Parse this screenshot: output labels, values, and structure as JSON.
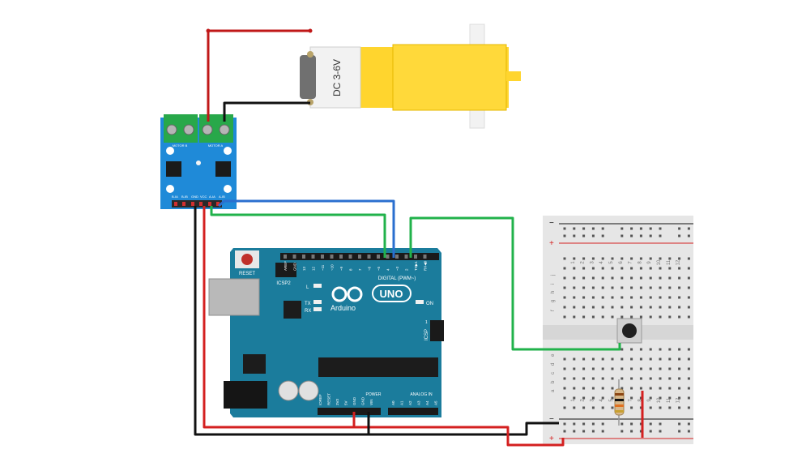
{
  "motor": {
    "label": "DC 3-6V",
    "colors": {
      "body": "#ffd52e",
      "shaft": "#f4f4f4",
      "cap": "#777777"
    }
  },
  "driver": {
    "terminal_labels": [
      "MOTOR B",
      "MOTOR A"
    ],
    "pin_labels": [
      "B-IA",
      "B-IB",
      "GND",
      "VCC",
      "A-IA",
      "A-IB"
    ],
    "color": "#1f8ad8"
  },
  "arduino": {
    "reset_label": "RESET",
    "icsp2_label": "ICSP2",
    "l_label": "L",
    "tx_label": "TX",
    "rx_label": "RX",
    "brand": "Arduino",
    "model": "UNO",
    "on_label": "ON",
    "digital_label": "DIGITAL (PWM~)",
    "power_label": "POWER",
    "analog_label": "ANALOG IN",
    "icsp_label": "ICSP",
    "icsp_one": "1",
    "digital_pins": [
      "AREF",
      "GND",
      "13",
      "12",
      "~11",
      "~10",
      "~9",
      "8",
      "7",
      "~6",
      "~5",
      "4",
      "~3",
      "2",
      "TX▶1",
      "RX◀0"
    ],
    "power_pins": [
      "IOREF",
      "RESET",
      "3V3",
      "5V",
      "GND",
      "GND",
      "VIN"
    ],
    "analog_pins": [
      "A0",
      "A1",
      "A2",
      "A3",
      "A4",
      "A5"
    ],
    "color": "#1b7c9c"
  },
  "breadboard": {
    "minus": "−",
    "plus": "+",
    "column_numbers": [
      "1",
      "2",
      "3",
      "4",
      "5",
      "6",
      "7",
      "8",
      "9",
      "10",
      "11",
      "12"
    ],
    "row_letters_top": [
      "j",
      "i",
      "h",
      "g",
      "f"
    ],
    "row_letters_bottom": [
      "e",
      "d",
      "c",
      "b",
      "a"
    ]
  },
  "wires": {
    "red": "#d42020",
    "black": "#111111",
    "green": "#21b24b",
    "blue": "#2a6fcf",
    "darkred": "#b41e1e"
  }
}
